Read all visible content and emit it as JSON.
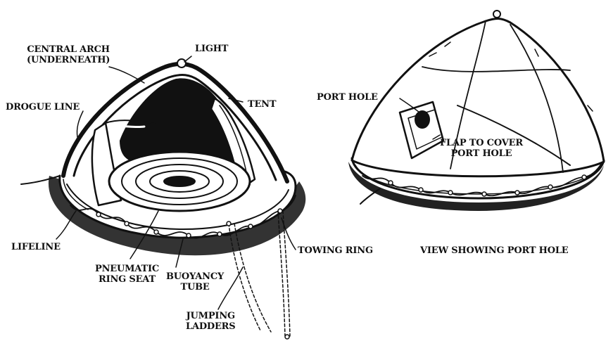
{
  "labels": {
    "central_arch": [
      "CENTRAL ARCH",
      "(UNDERNEATH)"
    ],
    "light": "LIGHT",
    "tent": "TENT",
    "drogue_line": "DROGUE LINE",
    "lifeline": "LIFELINE",
    "pneumatic_ring_seat": [
      "PNEUMATIC",
      "RING SEAT"
    ],
    "buoyancy_tube": [
      "BUOYANCY",
      "TUBE"
    ],
    "towing_ring": "TOWING RING",
    "jumping_ladders": [
      "JUMPING",
      "LADDERS"
    ],
    "port_hole": "PORT HOLE",
    "flap_to_cover": [
      "FLAP TO COVER",
      "PORT HOLE"
    ],
    "view_showing": "VIEW SHOWING PORT HOLE"
  },
  "colors": {
    "ink": "#111111",
    "background": "#ffffff"
  }
}
